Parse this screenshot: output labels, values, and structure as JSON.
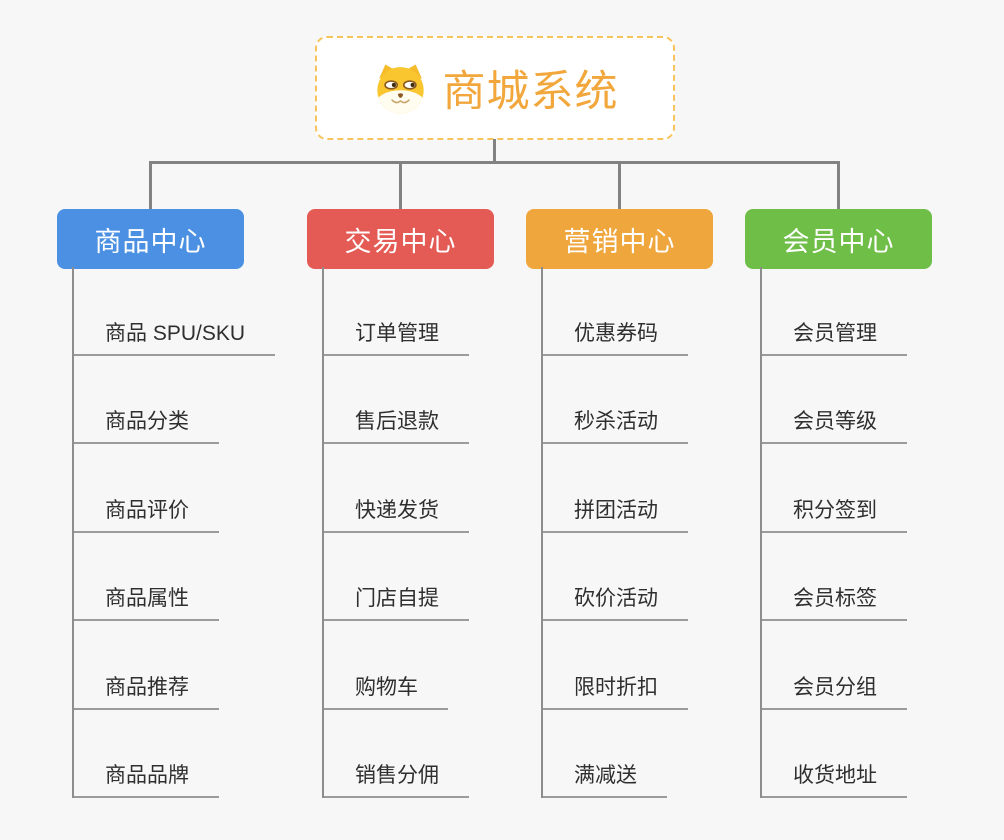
{
  "root": {
    "title": "商城系统",
    "icon": "dog-face-icon"
  },
  "branches": [
    {
      "label": "商品中心",
      "color": "#4b90e2",
      "leaves": [
        "商品 SPU/SKU",
        "商品分类",
        "商品评价",
        "商品属性",
        "商品推荐",
        "商品品牌"
      ]
    },
    {
      "label": "交易中心",
      "color": "#e45b55",
      "leaves": [
        "订单管理",
        "售后退款",
        "快递发货",
        "门店自提",
        "购物车",
        "销售分佣"
      ]
    },
    {
      "label": "营销中心",
      "color": "#efa63c",
      "leaves": [
        "优惠券码",
        "秒杀活动",
        "拼团活动",
        "砍价活动",
        "限时折扣",
        "满减送"
      ]
    },
    {
      "label": "会员中心",
      "color": "#6fbe48",
      "leaves": [
        "会员管理",
        "会员等级",
        "积分签到",
        "会员标签",
        "会员分组",
        "收货地址"
      ]
    }
  ],
  "colors": {
    "background": "#f7f7f7",
    "connector": "#828282",
    "leaf_underline": "#9b9b9b",
    "root_accent": "#f1a73c",
    "root_border": "#f6c35c"
  }
}
